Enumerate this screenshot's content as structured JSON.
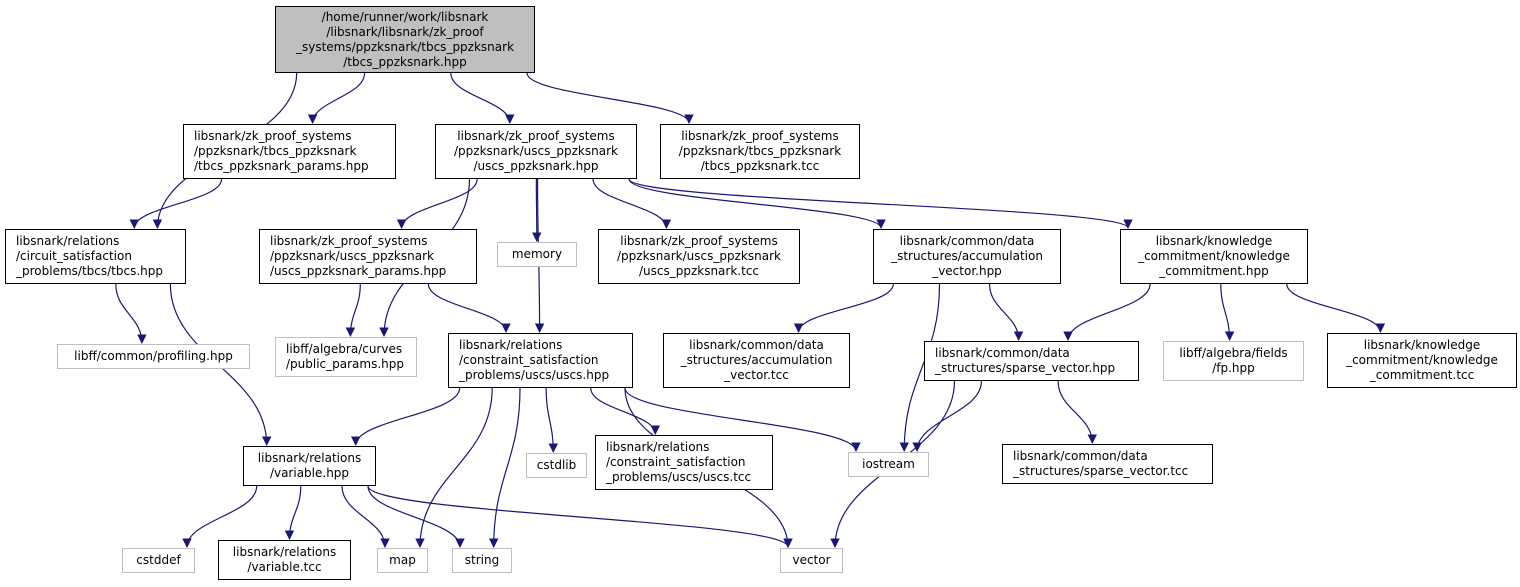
{
  "diagram": {
    "title": "Include dependency graph for tbcs_ppzksnark.hpp",
    "colors": {
      "edge": "#191970",
      "root_fill": "#bfbfbf",
      "node_border": "#000000",
      "external_border": "#bfbfbf"
    },
    "nodes": [
      {
        "id": "root",
        "kind": "root",
        "align": "center",
        "lines": [
          "/home/runner/work/libsnark",
          "/libsnark/libsnark/zk_proof",
          "_systems/ppzksnark/tbcs_ppzksnark",
          "/tbcs_ppzksnark.hpp"
        ]
      },
      {
        "id": "tbcs_params",
        "kind": "file",
        "align": "left",
        "lines": [
          "libsnark/zk_proof_systems",
          "/ppzksnark/tbcs_ppzksnark",
          "/tbcs_ppzksnark_params.hpp"
        ]
      },
      {
        "id": "uscs_ppzksnark_hpp",
        "kind": "file",
        "align": "center",
        "lines": [
          "libsnark/zk_proof_systems",
          "/ppzksnark/uscs_ppzksnark",
          "/uscs_ppzksnark.hpp"
        ]
      },
      {
        "id": "tbcs_tcc",
        "kind": "file",
        "align": "center",
        "lines": [
          "libsnark/zk_proof_systems",
          "/ppzksnark/tbcs_ppzksnark",
          "/tbcs_ppzksnark.tcc"
        ]
      },
      {
        "id": "tbcs_hpp",
        "kind": "file",
        "align": "left",
        "lines": [
          "libsnark/relations",
          "/circuit_satisfaction",
          "_problems/tbcs/tbcs.hpp"
        ]
      },
      {
        "id": "uscs_params",
        "kind": "file",
        "align": "left",
        "lines": [
          "libsnark/zk_proof_systems",
          "/ppzksnark/uscs_ppzksnark",
          "/uscs_ppzksnark_params.hpp"
        ]
      },
      {
        "id": "memory",
        "kind": "external",
        "align": "center",
        "lines": [
          "memory"
        ]
      },
      {
        "id": "uscs_ppzksnark_tcc",
        "kind": "file",
        "align": "center",
        "lines": [
          "libsnark/zk_proof_systems",
          "/ppzksnark/uscs_ppzksnark",
          "/uscs_ppzksnark.tcc"
        ]
      },
      {
        "id": "accum_hpp",
        "kind": "file",
        "align": "center",
        "lines": [
          "libsnark/common/data",
          "_structures/accumulation",
          "_vector.hpp"
        ]
      },
      {
        "id": "kc_hpp",
        "kind": "file",
        "align": "center",
        "lines": [
          "libsnark/knowledge",
          "_commitment/knowledge",
          "_commitment.hpp"
        ]
      },
      {
        "id": "profiling",
        "kind": "external",
        "align": "center",
        "lines": [
          "libff/common/profiling.hpp"
        ]
      },
      {
        "id": "public_params",
        "kind": "external",
        "align": "left",
        "lines": [
          "libff/algebra/curves",
          "/public_params.hpp"
        ]
      },
      {
        "id": "uscs_hpp",
        "kind": "file",
        "align": "left",
        "lines": [
          "libsnark/relations",
          "/constraint_satisfaction",
          "_problems/uscs/uscs.hpp"
        ]
      },
      {
        "id": "accum_tcc",
        "kind": "file",
        "align": "center",
        "lines": [
          "libsnark/common/data",
          "_structures/accumulation",
          "_vector.tcc"
        ]
      },
      {
        "id": "sparse_hpp",
        "kind": "file",
        "align": "left",
        "lines": [
          "libsnark/common/data",
          "_structures/sparse_vector.hpp"
        ]
      },
      {
        "id": "fp",
        "kind": "external",
        "align": "center",
        "lines": [
          "libff/algebra/fields",
          "/fp.hpp"
        ]
      },
      {
        "id": "kc_tcc",
        "kind": "file",
        "align": "center",
        "lines": [
          "libsnark/knowledge",
          "_commitment/knowledge",
          "_commitment.tcc"
        ]
      },
      {
        "id": "variable_hpp",
        "kind": "file",
        "align": "center",
        "lines": [
          "libsnark/relations",
          "/variable.hpp"
        ]
      },
      {
        "id": "cstdlib",
        "kind": "external",
        "align": "center",
        "lines": [
          "cstdlib"
        ]
      },
      {
        "id": "uscs_tcc",
        "kind": "file",
        "align": "left",
        "lines": [
          "libsnark/relations",
          "/constraint_satisfaction",
          "_problems/uscs/uscs.tcc"
        ]
      },
      {
        "id": "iostream",
        "kind": "external",
        "align": "center",
        "lines": [
          "iostream"
        ]
      },
      {
        "id": "sparse_tcc",
        "kind": "file",
        "align": "left",
        "lines": [
          "libsnark/common/data",
          "_structures/sparse_vector.tcc"
        ]
      },
      {
        "id": "cstddef",
        "kind": "external",
        "align": "center",
        "lines": [
          "cstddef"
        ]
      },
      {
        "id": "variable_tcc",
        "kind": "file",
        "align": "center",
        "lines": [
          "libsnark/relations",
          "/variable.tcc"
        ]
      },
      {
        "id": "map",
        "kind": "external",
        "align": "center",
        "lines": [
          "map"
        ]
      },
      {
        "id": "string",
        "kind": "external",
        "align": "center",
        "lines": [
          "string"
        ]
      },
      {
        "id": "vector",
        "kind": "external",
        "align": "center",
        "lines": [
          "vector"
        ]
      }
    ],
    "edges": [
      {
        "from": "root",
        "to": "tbcs_hpp"
      },
      {
        "from": "root",
        "to": "tbcs_params"
      },
      {
        "from": "root",
        "to": "uscs_ppzksnark_hpp"
      },
      {
        "from": "root",
        "to": "tbcs_tcc"
      },
      {
        "from": "tbcs_params",
        "to": "tbcs_hpp"
      },
      {
        "from": "uscs_ppzksnark_hpp",
        "to": "public_params"
      },
      {
        "from": "uscs_ppzksnark_hpp",
        "to": "uscs_params"
      },
      {
        "from": "uscs_ppzksnark_hpp",
        "to": "memory"
      },
      {
        "from": "uscs_ppzksnark_hpp",
        "to": "uscs_ppzksnark_tcc"
      },
      {
        "from": "uscs_ppzksnark_hpp",
        "to": "uscs_hpp"
      },
      {
        "from": "uscs_ppzksnark_hpp",
        "to": "accum_hpp"
      },
      {
        "from": "uscs_ppzksnark_hpp",
        "to": "kc_hpp"
      },
      {
        "from": "tbcs_hpp",
        "to": "profiling"
      },
      {
        "from": "tbcs_hpp",
        "to": "variable_hpp"
      },
      {
        "from": "uscs_params",
        "to": "public_params"
      },
      {
        "from": "uscs_params",
        "to": "uscs_hpp"
      },
      {
        "from": "accum_hpp",
        "to": "accum_tcc"
      },
      {
        "from": "accum_hpp",
        "to": "iostream"
      },
      {
        "from": "accum_hpp",
        "to": "sparse_hpp"
      },
      {
        "from": "kc_hpp",
        "to": "sparse_hpp"
      },
      {
        "from": "kc_hpp",
        "to": "fp"
      },
      {
        "from": "kc_hpp",
        "to": "kc_tcc"
      },
      {
        "from": "uscs_hpp",
        "to": "variable_hpp"
      },
      {
        "from": "uscs_hpp",
        "to": "map"
      },
      {
        "from": "uscs_hpp",
        "to": "string"
      },
      {
        "from": "uscs_hpp",
        "to": "cstdlib"
      },
      {
        "from": "uscs_hpp",
        "to": "uscs_tcc"
      },
      {
        "from": "uscs_hpp",
        "to": "iostream"
      },
      {
        "from": "uscs_hpp",
        "to": "vector"
      },
      {
        "from": "sparse_hpp",
        "to": "iostream"
      },
      {
        "from": "sparse_hpp",
        "to": "vector"
      },
      {
        "from": "sparse_hpp",
        "to": "sparse_tcc"
      },
      {
        "from": "variable_hpp",
        "to": "cstddef"
      },
      {
        "from": "variable_hpp",
        "to": "variable_tcc"
      },
      {
        "from": "variable_hpp",
        "to": "map"
      },
      {
        "from": "variable_hpp",
        "to": "string"
      },
      {
        "from": "variable_hpp",
        "to": "vector"
      }
    ]
  }
}
